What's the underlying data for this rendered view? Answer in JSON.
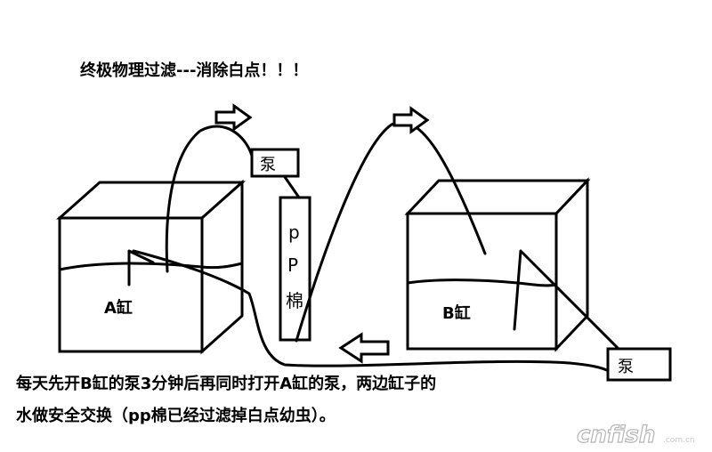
{
  "title": "终极物理过滤---消除白点！！！",
  "tank_a": {
    "label": "A缸"
  },
  "tank_b": {
    "label": "B缸"
  },
  "pump_top": {
    "label": "泵"
  },
  "pump_right": {
    "label": "泵"
  },
  "filter": {
    "label_lines": [
      "p",
      "P",
      "棉"
    ]
  },
  "caption": {
    "line1": "每天先开B缸的泵3分钟后再同时打开A缸的泵，两边缸子的",
    "line2": "水做安全交换（pp棉已经过滤掉白点幼虫）。"
  },
  "watermark": {
    "text": "cnfish",
    "sub": ".com.cn"
  },
  "colors": {
    "ink": "#000000",
    "paper": "#ffffff",
    "watermark": "#b5b5b5"
  }
}
